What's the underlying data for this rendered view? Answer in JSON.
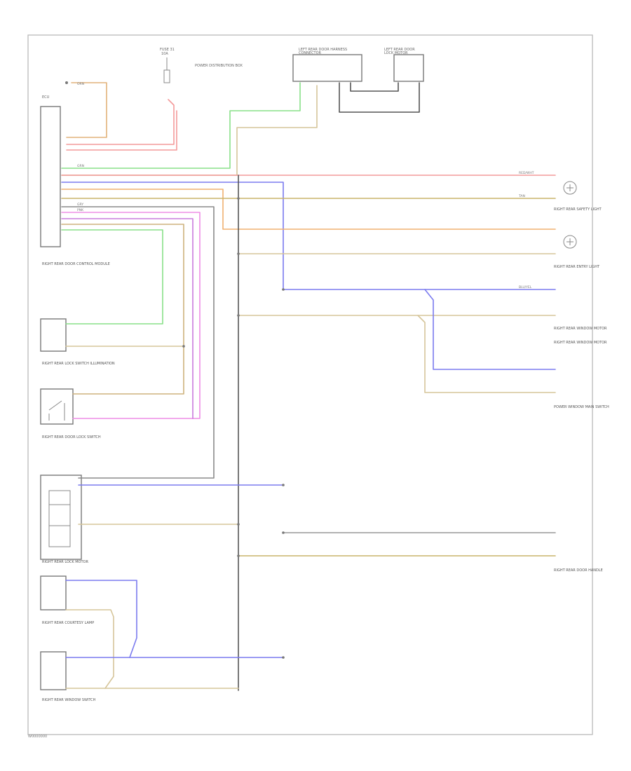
{
  "footer_code": "W0000000",
  "colors": {
    "orange": "#e2b27a",
    "red": "#f39a9a",
    "green": "#89e089",
    "blue": "#7b7bef",
    "tan": "#d6c59a",
    "gray": "#8a8a8a",
    "pink": "#ee8ee6",
    "olive": "#c9b46a",
    "darkgray": "#555555"
  },
  "top": {
    "left_label": "LEFT REAR DOOR HARNESS",
    "left_sub": "CONNECTOR",
    "right_label": "LEFT REAR DOOR",
    "right_sub": "LOCK MOTOR",
    "fuse_label": "FUSE 31",
    "fuse_sub": "10A",
    "fuse_side_label": "POWER DISTRIBUTION BOX"
  },
  "modules": [
    {
      "id": "door-module",
      "caption": "RIGHT REAR DOOR CONTROL MODULE"
    },
    {
      "id": "lock-switch-illum",
      "caption": "RIGHT REAR LOCK SWITCH ILLUMINATION"
    },
    {
      "id": "lock-switch",
      "caption": "RIGHT REAR DOOR LOCK SWITCH"
    },
    {
      "id": "lock-motor",
      "caption": "RIGHT REAR LOCK MOTOR"
    },
    {
      "id": "courtesy-lamp",
      "caption": "RIGHT REAR COURTESY LAMP"
    },
    {
      "id": "window-switch",
      "caption": "RIGHT REAR WINDOW SWITCH"
    }
  ],
  "right_labels": [
    {
      "id": "safety-light",
      "text": "RIGHT REAR SAFETY LIGHT"
    },
    {
      "id": "entry-light",
      "text": "RIGHT REAR ENTRY LIGHT"
    },
    {
      "id": "window-motor",
      "text": "RIGHT REAR WINDOW MOTOR"
    },
    {
      "id": "window-motor-2",
      "text": "RIGHT REAR WINDOW MOTOR"
    },
    {
      "id": "power-window",
      "text": "POWER WINDOW MAIN SWITCH"
    },
    {
      "id": "door-handle",
      "text": "RIGHT REAR DOOR HANDLE"
    }
  ],
  "wire_tags": {
    "orange": "ORN",
    "red": "RED/WHT",
    "green": "GRN",
    "blue": "BLU/YEL",
    "tan": "TAN",
    "gray": "GRY",
    "pink": "PNK"
  }
}
